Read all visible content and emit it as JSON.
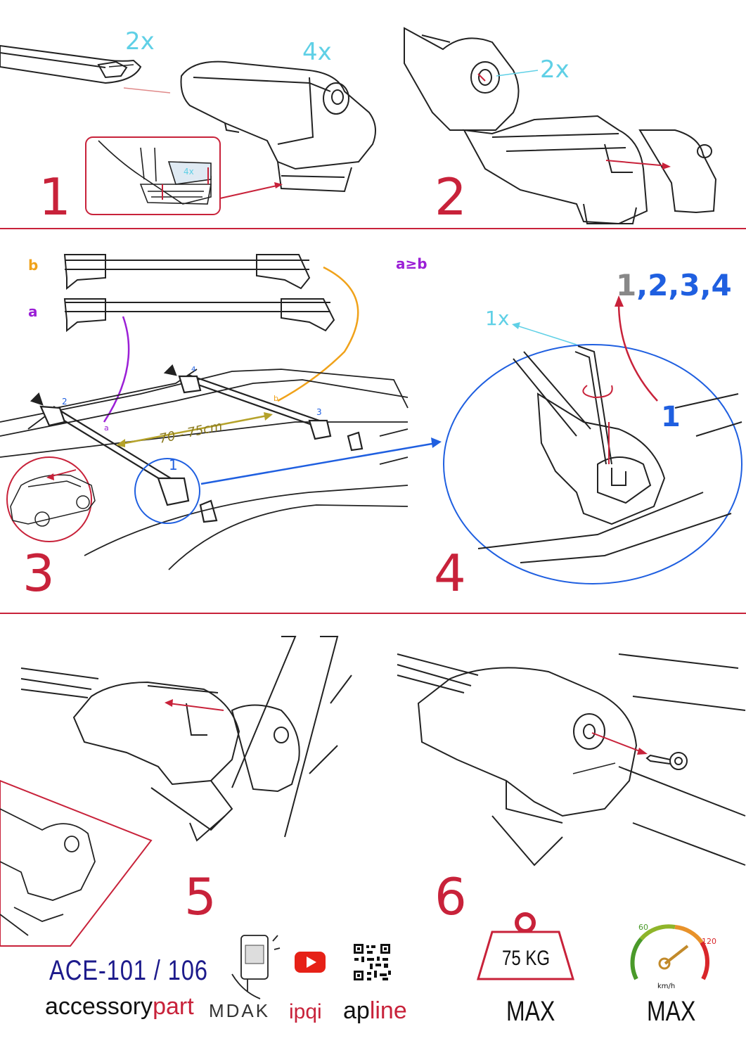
{
  "steps": [
    "1",
    "2",
    "3",
    "4",
    "5",
    "6"
  ],
  "step1": {
    "bar_count": "2x",
    "foot_count": "4x",
    "pad_count": "4x"
  },
  "step2": {
    "cap_count": "2x"
  },
  "step3": {
    "label_b": "b",
    "label_a": "a",
    "condition": "a≥b",
    "distance": "70 - 75cm",
    "foot_numbers": [
      "1",
      "2",
      "3",
      "4"
    ],
    "marker_a": "a",
    "marker_b": "b"
  },
  "step4": {
    "key_count": "1x",
    "sequence": "1,2,3,4",
    "sequence_first": "1",
    "sequence_rest": ",2,3,4",
    "start_foot": "1"
  },
  "footer": {
    "model": "ACE-101 / 106",
    "brand_left": "accessory",
    "brand_right": "part",
    "logos": [
      "MDAK",
      "ipqi",
      "apline"
    ],
    "apline_left": "ap",
    "apline_right": "line",
    "weight": "75 KG",
    "weight_caption": "MAX",
    "speed_min": "60",
    "speed_max": "120",
    "speed_unit": "km/h",
    "speed_caption": "MAX"
  },
  "colors": {
    "accent_red": "#c8223a",
    "cyan": "#5fd0e6",
    "blue": "#1f5fe0",
    "purple": "#9b1fd6",
    "orange": "#f0a21a",
    "olive": "#b5a22a",
    "navy": "#1d1b8c"
  }
}
